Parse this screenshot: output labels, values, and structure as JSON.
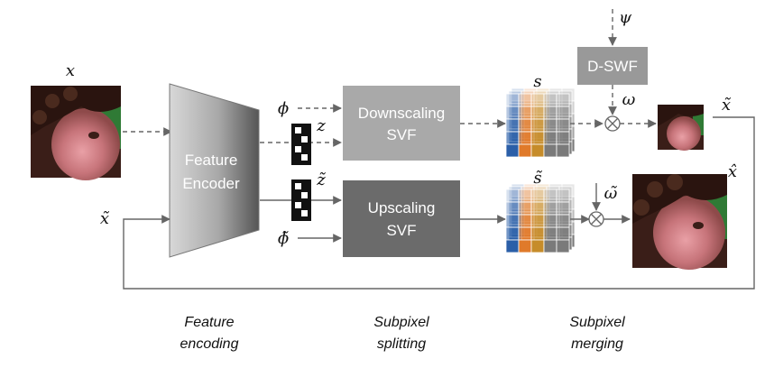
{
  "symbols": {
    "x": "x",
    "x_tilde": "x̃",
    "x_hat": "x̂",
    "phi": "ϕ",
    "phi_tilde": "ϕ̃",
    "z": "z",
    "z_tilde": "z̃",
    "psi": "ψ",
    "omega": "ω",
    "omega_tilde": "ω̃",
    "s": "s",
    "s_tilde": "s̃"
  },
  "blocks": {
    "feature_encoder": [
      "Feature",
      "Encoder"
    ],
    "downscaling_svf": [
      "Downscaling",
      "SVF"
    ],
    "upscaling_svf": [
      "Upscaling",
      "SVF"
    ],
    "dswf": "D-SWF"
  },
  "captions": {
    "feature_encoding": [
      "Feature",
      "encoding"
    ],
    "subpixel_splitting": [
      "Subpixel",
      "splitting"
    ],
    "subpixel_merging": [
      "Subpixel",
      "merging"
    ]
  },
  "colors": {
    "encoder_light": "#d4d4d4",
    "encoder_dark": "#5a5a5a",
    "downscaling_box": "#a9a9a9",
    "upscaling_box": "#6b6b6b",
    "dswf_box": "#999999",
    "arrow": "#666666"
  },
  "filter_palette": [
    "#2b5fa8",
    "#e07a2a",
    "#c68c2a",
    "#7a7a7a"
  ]
}
